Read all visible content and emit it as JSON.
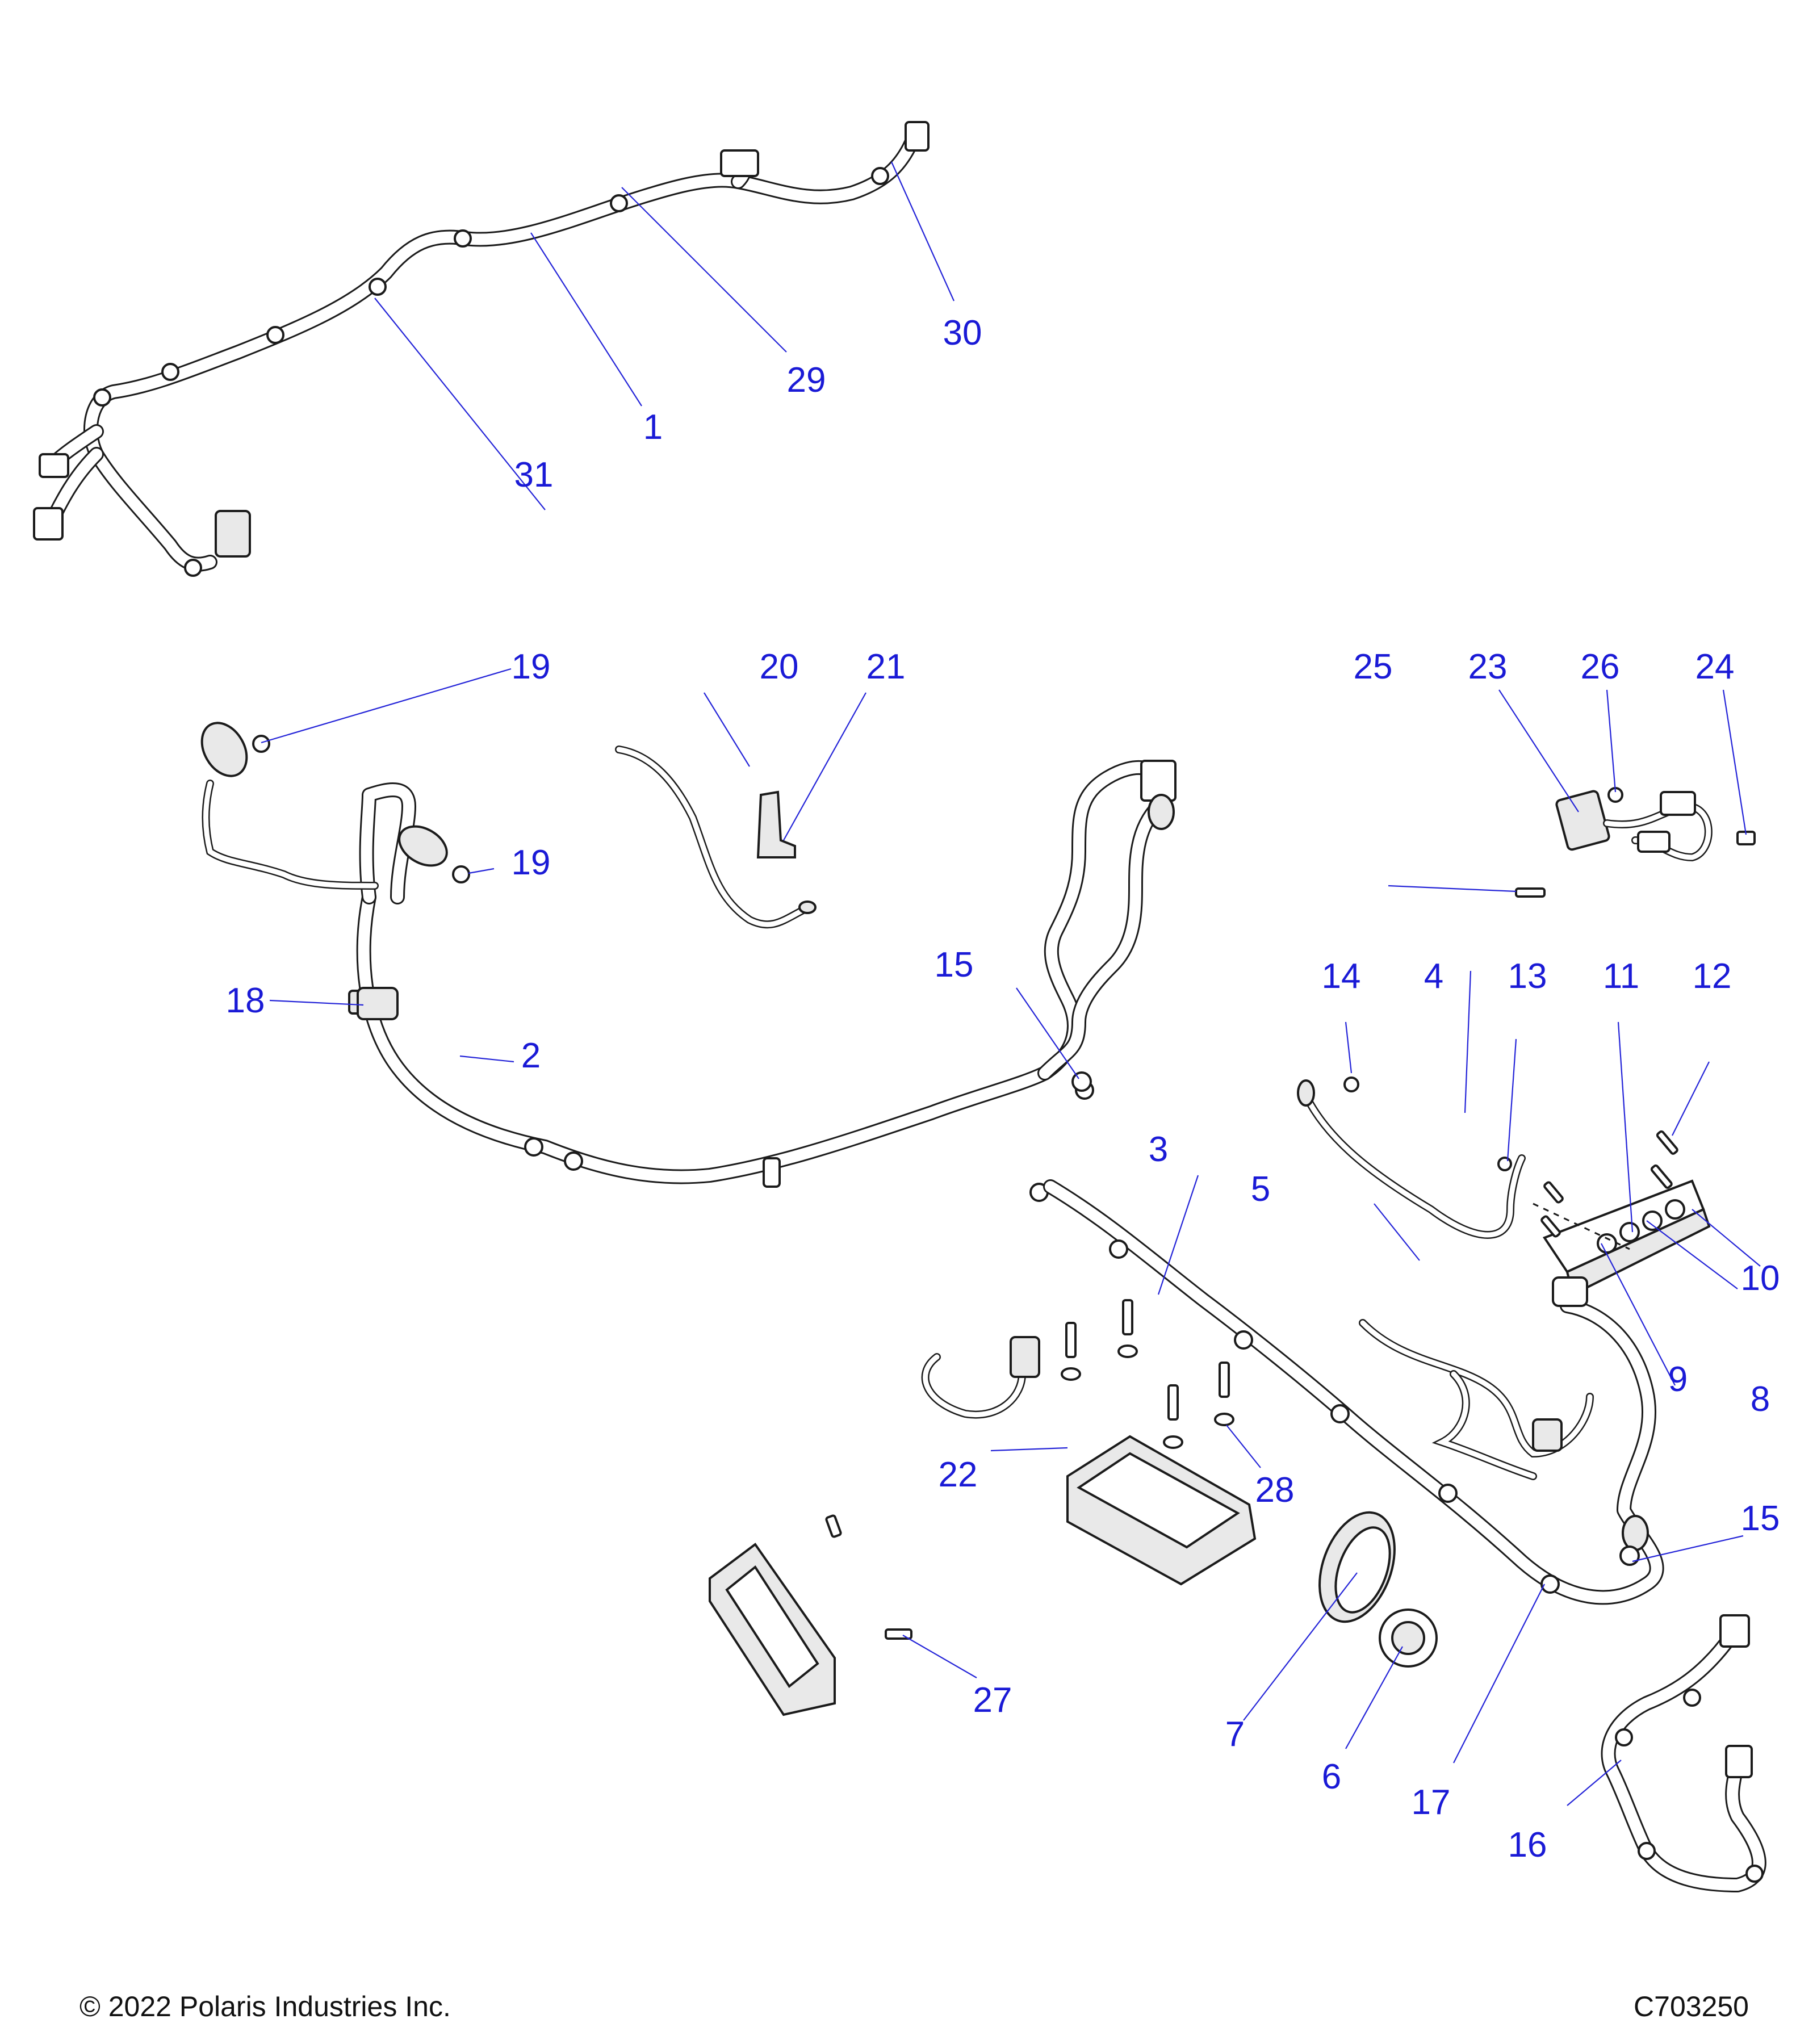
{
  "footer": {
    "copyright": "© 2022 Polaris Industries Inc.",
    "drawing_number": "C703250"
  },
  "callouts": {
    "c1": "1",
    "c2": "2",
    "c3": "3",
    "c4": "4",
    "c5": "5",
    "c6": "6",
    "c7": "7",
    "c8": "8",
    "c9": "9",
    "c10": "10",
    "c11": "11",
    "c12": "12",
    "c13": "13",
    "c14": "14",
    "c15a": "15",
    "c15b": "15",
    "c16": "16",
    "c17": "17",
    "c18": "18",
    "c19a": "19",
    "c19b": "19",
    "c20": "20",
    "c21": "21",
    "c22": "22",
    "c23": "23",
    "c24": "24",
    "c25": "25",
    "c26": "26",
    "c27": "27",
    "c28": "28",
    "c29": "29",
    "c30": "30",
    "c31": "31"
  },
  "colors": {
    "callout": "#1a1ad6",
    "line_art": "#1b1b1b",
    "background": "#ffffff"
  }
}
